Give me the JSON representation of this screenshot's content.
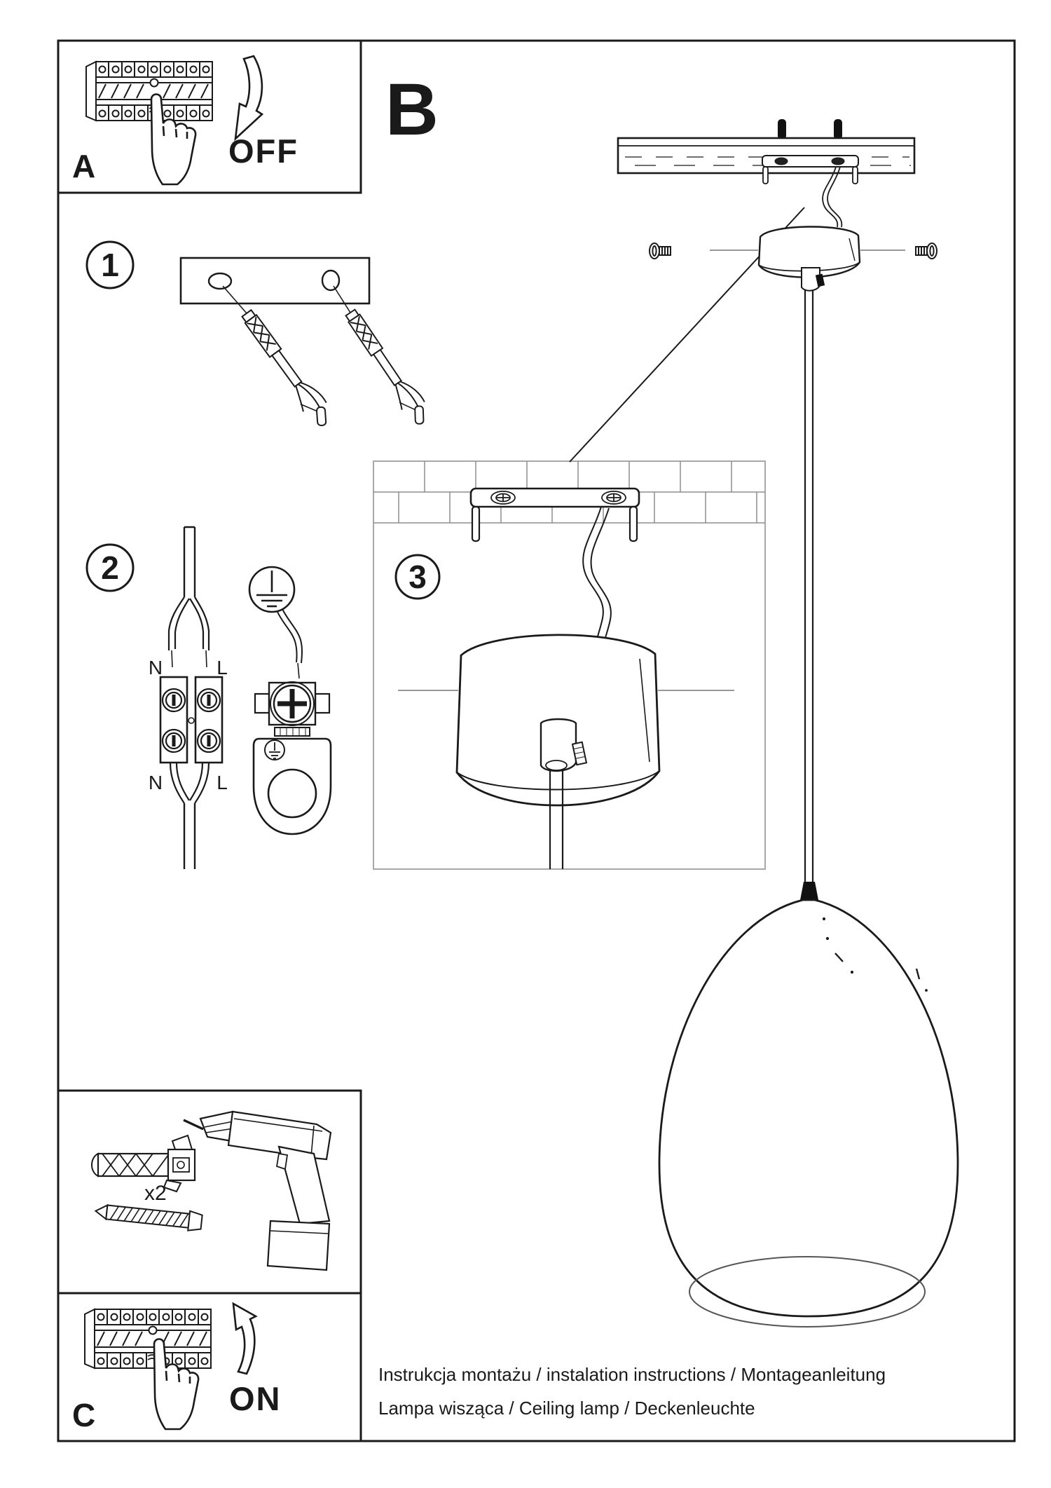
{
  "page": {
    "background": "#ffffff",
    "ink": "#1a1a1a",
    "detail_box_border": "#a8a8a8"
  },
  "main_view": {
    "label": "B"
  },
  "breaker_off_box": {
    "label": "A",
    "action": "OFF"
  },
  "breaker_on_box": {
    "label": "C",
    "action": "ON"
  },
  "step1": {
    "number": "1"
  },
  "step2": {
    "number": "2",
    "wire_labels": {
      "top_left": "N",
      "top_right": "L",
      "bottom_left": "N",
      "bottom_right": "L"
    }
  },
  "step3": {
    "number": "3"
  },
  "tools": {
    "anchor_quantity": "x2"
  },
  "footer": {
    "line1": "Instrukcja montażu / instalation instructions / Montageanleitung",
    "line2": "Lampa wisząca / Ceiling lamp  / Deckenleuchte"
  }
}
